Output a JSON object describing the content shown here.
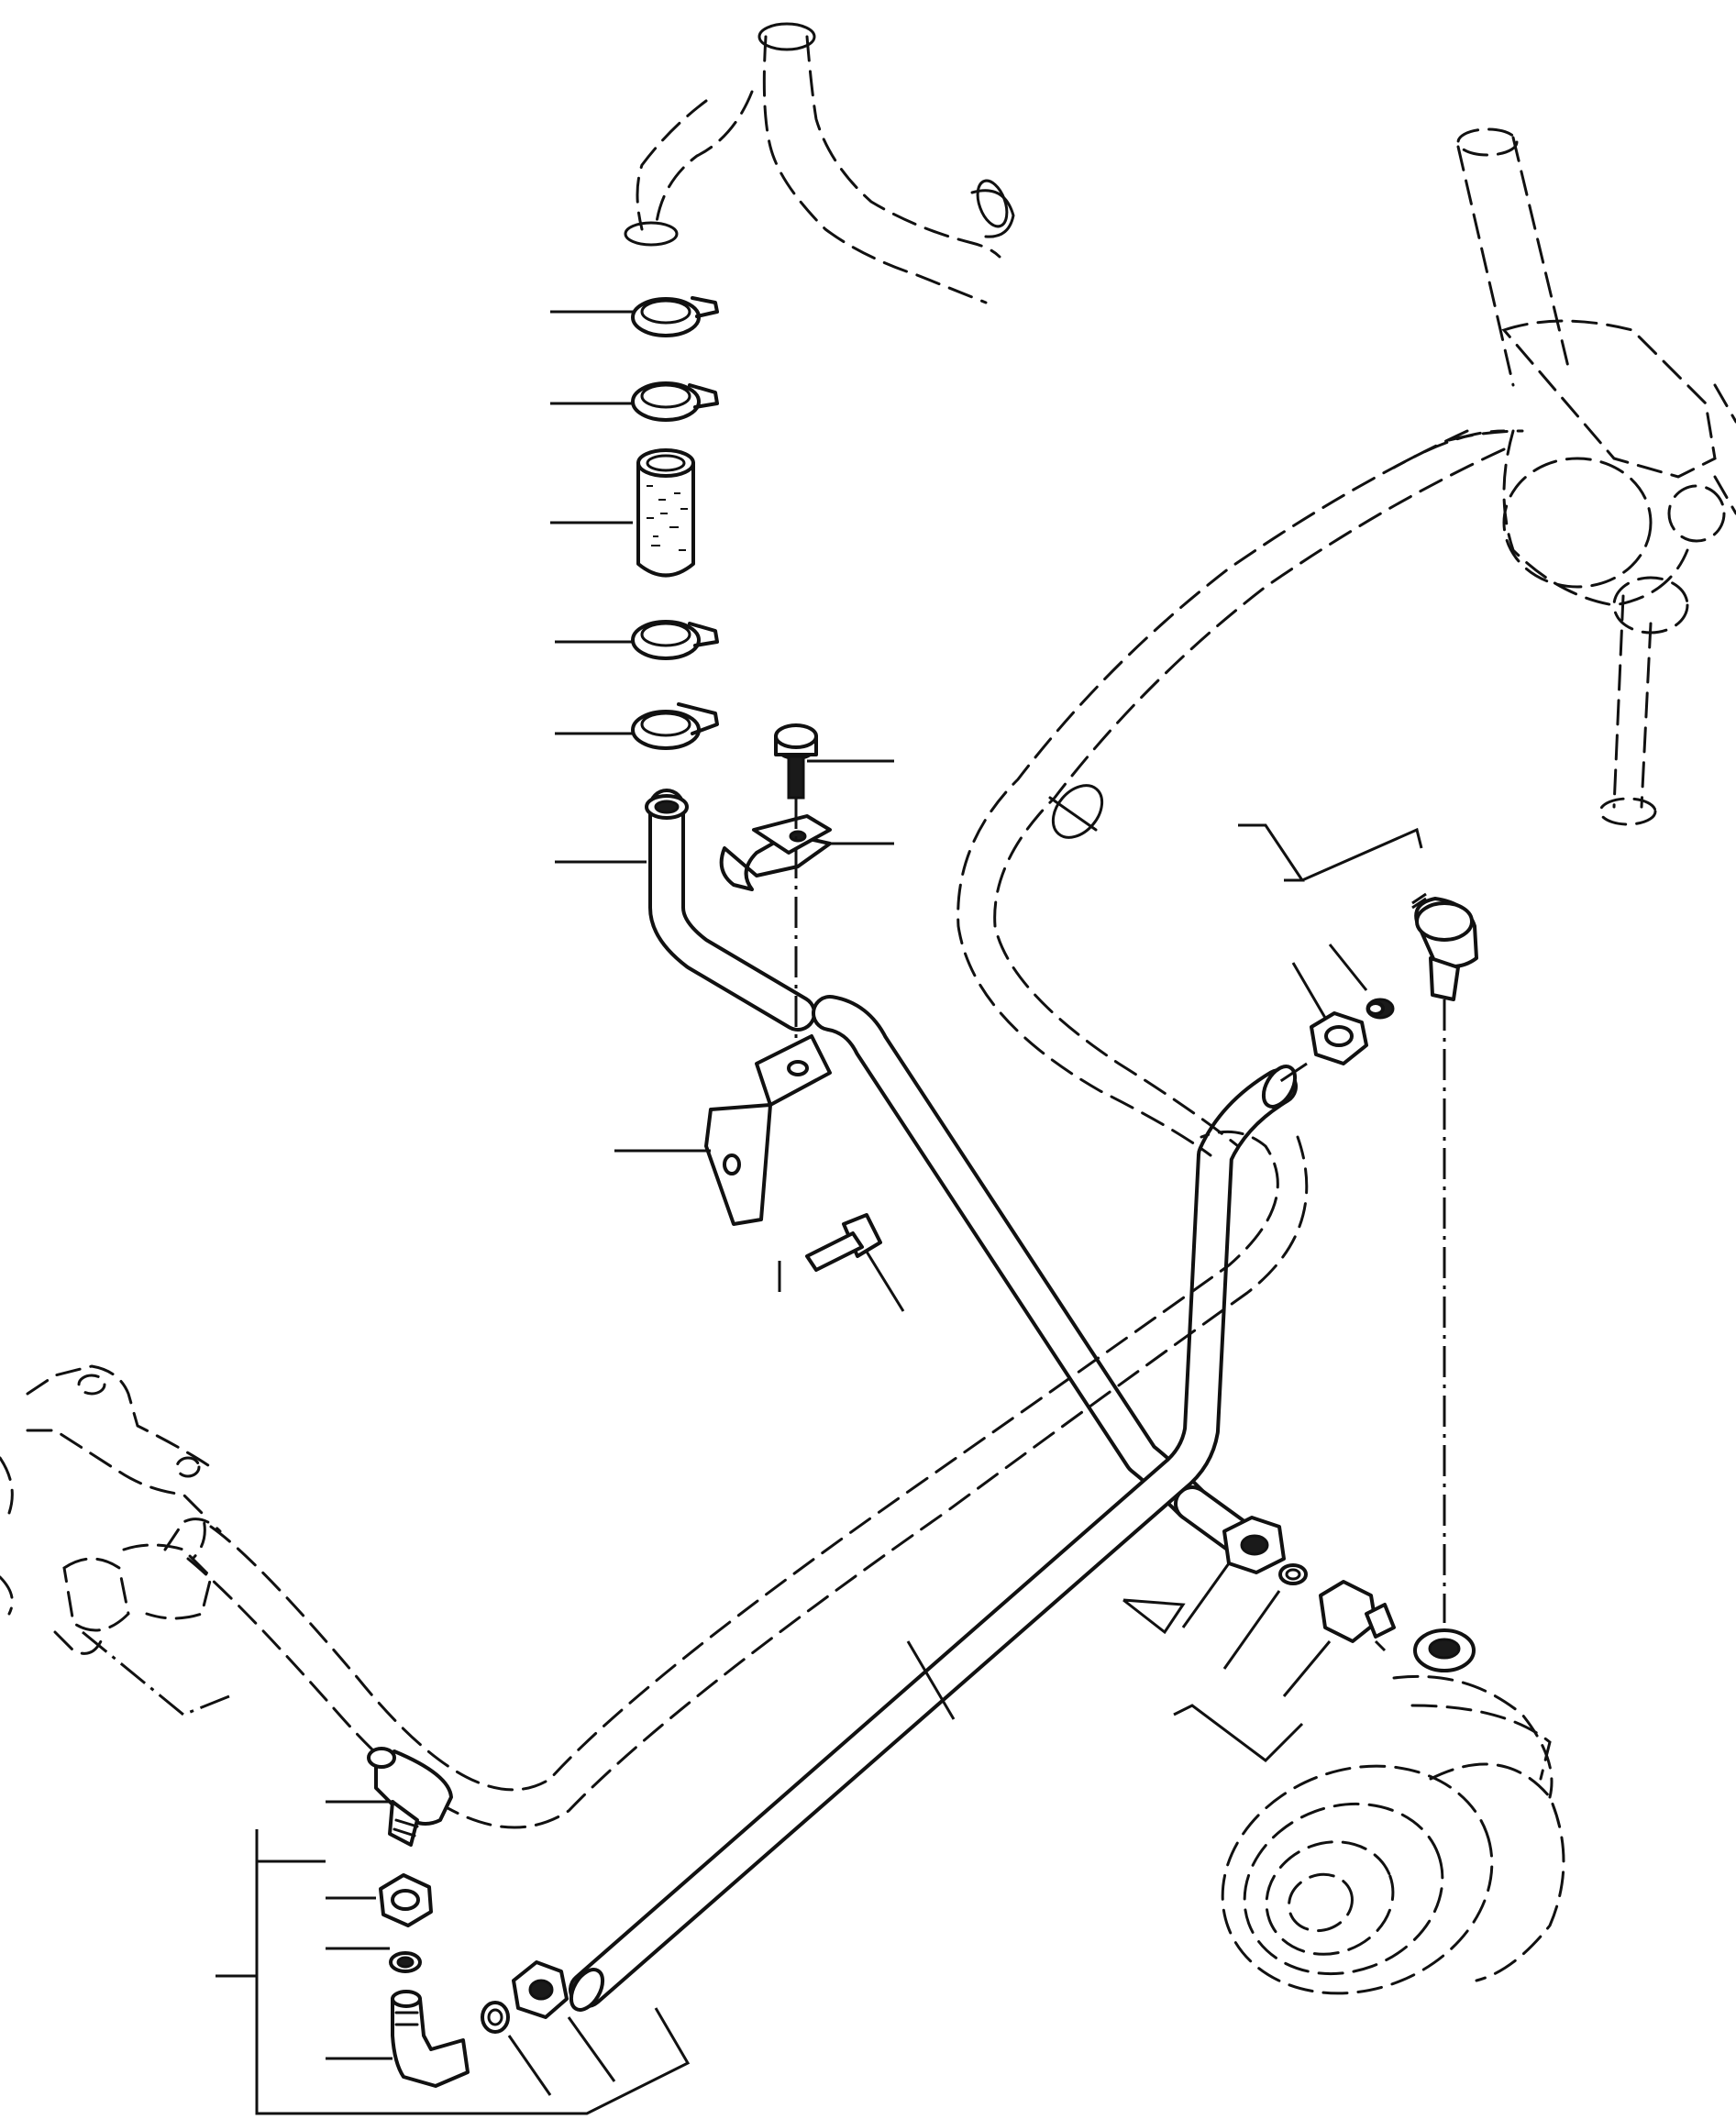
{
  "figure": {
    "colors": {
      "ink": "#111111",
      "paper": "#ffffff"
    },
    "parts": [
      "upper-hose-clamp-1",
      "upper-hose-clamp-2",
      "rubber-hose",
      "upper-hose-clamp-3",
      "upper-hose-clamp-4",
      "upper-steel-tube",
      "clip-bolt",
      "tube-clip",
      "mounting-bracket",
      "bracket-bolt",
      "long-tube",
      "discharge-tube",
      "upper-right-elbow",
      "upper-right-nut",
      "upper-right-o-ring",
      "lower-right-nut",
      "lower-right-o-ring",
      "lower-right-fitting",
      "lower-left-elbow",
      "lower-left-nut",
      "lower-left-o-ring",
      "lower-left-fitting",
      "tube-nut",
      "tube-o-ring",
      "compressor",
      "pump-housing",
      "receiver-drier"
    ]
  }
}
